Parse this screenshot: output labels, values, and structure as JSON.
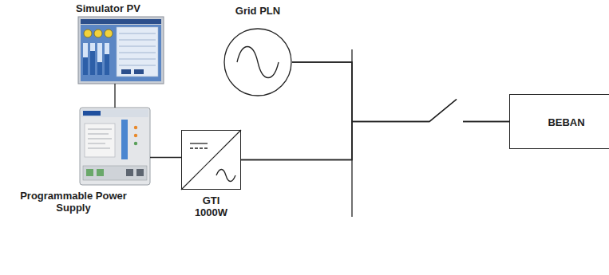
{
  "diagram": {
    "nodes": [
      {
        "text": [
          "Simulator PV"
        ]
      },
      {
        "text": [
          "Programmable Power Supply"
        ]
      },
      {
        "text": [
          "Grid PLN"
        ]
      },
      {
        "text": [
          "GTI 1000W"
        ]
      },
      {
        "text": [
          "BEBAN"
        ]
      }
    ],
    "edges": [
      {
        "from": 0,
        "to": 1,
        "arrow": "none"
      },
      {
        "from": 1,
        "to": 3,
        "arrow": "none"
      },
      {
        "from": 3,
        "to": 2,
        "arrow": "none"
      },
      {
        "from": 3,
        "to": 4,
        "arrow": "none"
      },
      {
        "from": 2,
        "to": 4,
        "arrow": "none"
      }
    ]
  }
}
